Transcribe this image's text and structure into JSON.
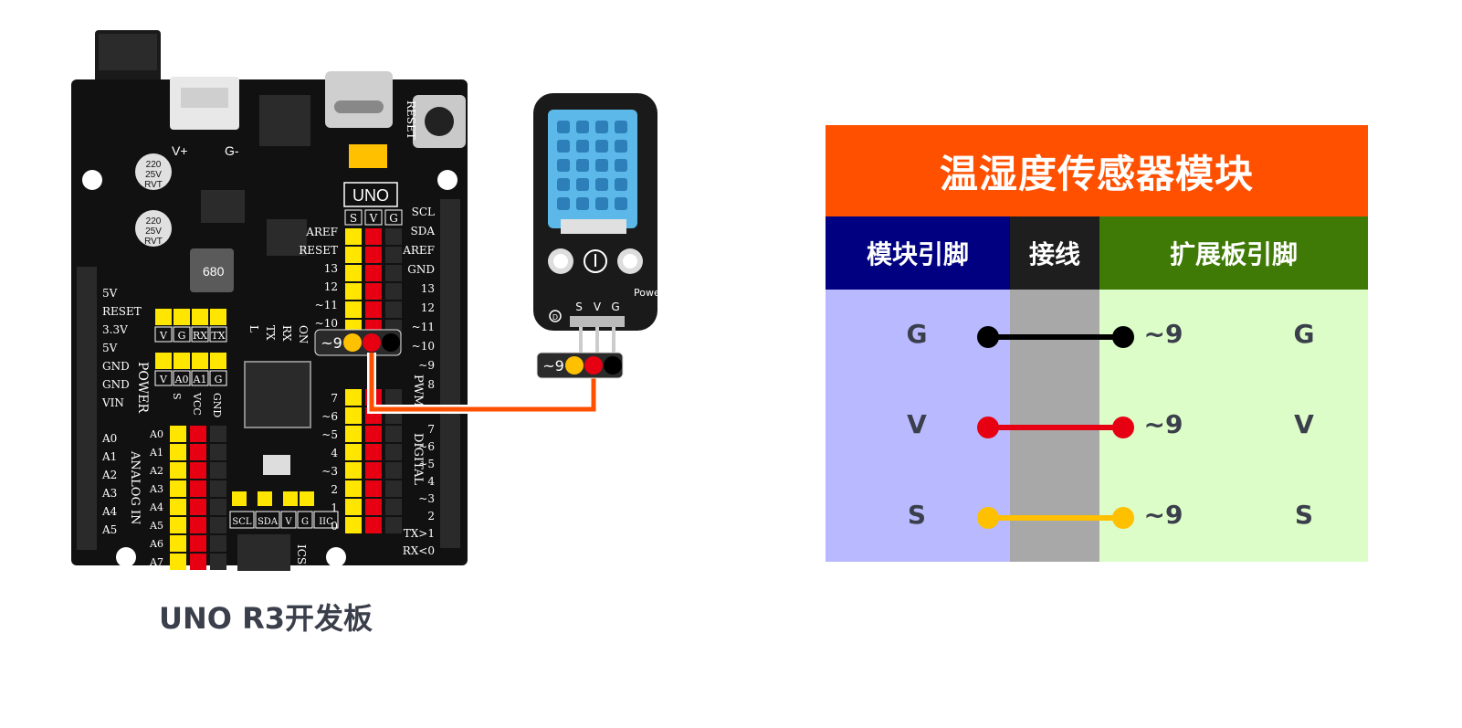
{
  "board": {
    "caption": "UNO R3开发板",
    "name": "UNO",
    "left_header_labels": [
      "5V",
      "RESET",
      "3.3V",
      "5V",
      "GND",
      "GND",
      "VIN"
    ],
    "power_label": "POWER",
    "analog_labels": [
      "A0",
      "A1",
      "A2",
      "A3",
      "A4",
      "A5"
    ],
    "analog_in_label": "ANALOG IN",
    "analog_row_labels": [
      "A0",
      "A1",
      "A2",
      "A3",
      "A4",
      "A5",
      "A6",
      "A7"
    ],
    "analog_col_labels": [
      "S",
      "VCC",
      "GND"
    ],
    "uart_labels": [
      "V",
      "G",
      "RX",
      "TX"
    ],
    "a_pins_labels": [
      "V",
      "A0",
      "A1",
      "G"
    ],
    "i2c_labels": [
      "SCL",
      "SDA",
      "V",
      "G",
      "IIC"
    ],
    "icsp_label": "ICSP",
    "reset_label": "RESET",
    "svg_labels": [
      "S",
      "V",
      "G"
    ],
    "top_right_labels": [
      "SCL",
      "SDA",
      "AREF",
      "GND",
      "13",
      "12",
      "~11",
      "~10",
      "~9",
      "8"
    ],
    "inner_labels": [
      "AREF",
      "RESET",
      "13",
      "12",
      "~11",
      "~10"
    ],
    "digital_labels": [
      "7",
      "~6",
      "~5",
      "4",
      "~3",
      "2",
      "1",
      "0"
    ],
    "digital_right_labels": [
      "7",
      "~6",
      "~5",
      "4",
      "~3",
      "2",
      "TX>1",
      "RX<0"
    ],
    "digital_label": "DIGITAL",
    "pwm_label": "PWM",
    "led_labels": [
      "ON",
      "RX",
      "TX",
      "L"
    ],
    "vplus_label": "V+",
    "gminus_label": "G-",
    "cap_text": [
      "220",
      "25V",
      "RVT"
    ],
    "inductor_text": "680",
    "pin_tag": "~9"
  },
  "sensor": {
    "pin_labels": [
      "S",
      "V",
      "G"
    ],
    "power_label": "Power",
    "pin_tag": "~9",
    "d_label": "D"
  },
  "table": {
    "title": "温湿度传感器模块",
    "headers": [
      "模块引脚",
      "接线",
      "扩展板引脚"
    ],
    "rows": [
      {
        "module_pin": "G",
        "board_pin": "~9",
        "board_pin_label": "G",
        "wire_color": "#000000"
      },
      {
        "module_pin": "V",
        "board_pin": "~9",
        "board_pin_label": "V",
        "wire_color": "#e60012"
      },
      {
        "module_pin": "S",
        "board_pin": "~9",
        "board_pin_label": "S",
        "wire_color": "#ffc000"
      }
    ]
  },
  "colors": {
    "title_bg": "#ff5000",
    "header_module": "#000080",
    "header_wire": "#1e1e1e",
    "header_board": "#3f7a07",
    "col_module": "#b9b9ff",
    "col_wire": "#a8a8a8",
    "col_board": "#dcfcc8",
    "cable": "#ff5000",
    "sensor_body": "#5bb8e8"
  }
}
